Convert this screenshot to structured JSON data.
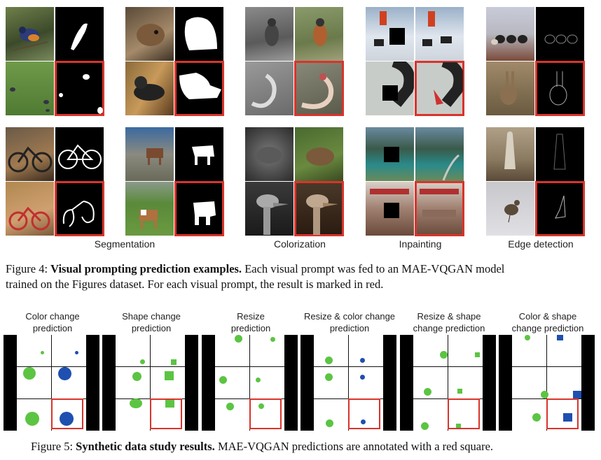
{
  "figure4": {
    "task_labels": [
      "Segmentation",
      "Colorization",
      "Inpainting",
      "Edge detection"
    ],
    "caption_label": "Figure 4:",
    "caption_title": "Visual prompting prediction examples.",
    "caption_line1_rest": " Each visual prompt was fed to an MAE-VQGAN model",
    "caption_line2": "trained on the Figures dataset. For each visual prompt, the result is marked in red."
  },
  "figure5": {
    "panels": [
      {
        "title_line1": "Color change",
        "title_line2": "prediction"
      },
      {
        "title_line1": "Shape change",
        "title_line2": "prediction"
      },
      {
        "title_line1": "Resize",
        "title_line2": "prediction"
      },
      {
        "title_line1": "Resize & color change",
        "title_line2": "prediction"
      },
      {
        "title_line1": "Resize & shape",
        "title_line2": "change prediction"
      },
      {
        "title_line1": "Color & shape",
        "title_line2": "change prediction"
      }
    ],
    "caption_label": "Figure 5:",
    "caption_title": "Synthetic data study results.",
    "caption_rest": " MAE-VQGAN predictions are annotated with a red square."
  },
  "colors": {
    "highlight": "#d9342b",
    "green_shape": "#5cc443",
    "blue_shape": "#1f4fb0"
  }
}
